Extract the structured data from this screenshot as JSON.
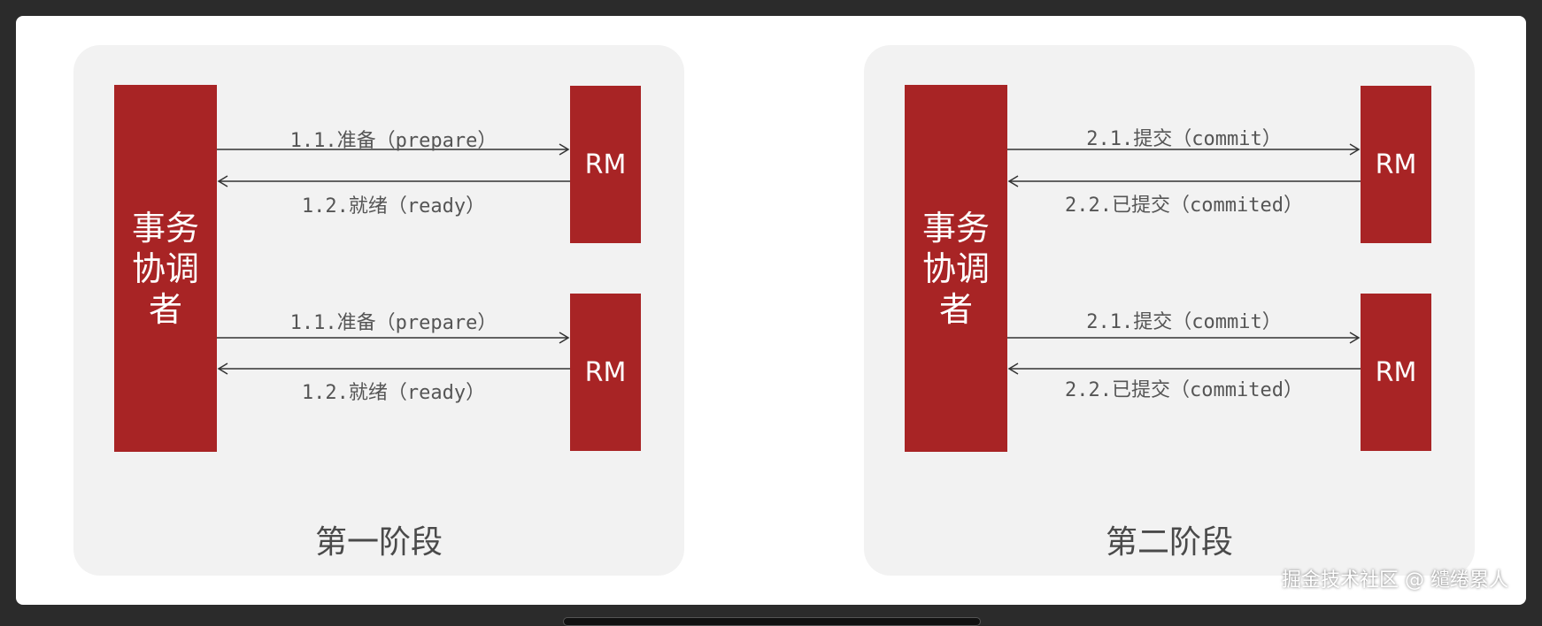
{
  "colors": {
    "accent": "#a82425",
    "panel": "#f2f2f2",
    "text": "#555555"
  },
  "phases": [
    {
      "title": "第一阶段",
      "coordinator": "事务协调者",
      "rm_top": "RM",
      "rm_bottom": "RM",
      "top_request": "1.1.准备（prepare）",
      "top_response": "1.2.就绪（ready）",
      "bottom_request": "1.1.准备（prepare）",
      "bottom_response": "1.2.就绪（ready）"
    },
    {
      "title": "第二阶段",
      "coordinator": "事务协调者",
      "rm_top": "RM",
      "rm_bottom": "RM",
      "top_request": "2.1.提交（commit）",
      "top_response": "2.2.已提交（commited）",
      "bottom_request": "2.1.提交（commit）",
      "bottom_response": "2.2.已提交（commited）"
    }
  ],
  "watermark": "掘金技术社区 @ 缱绻累人"
}
